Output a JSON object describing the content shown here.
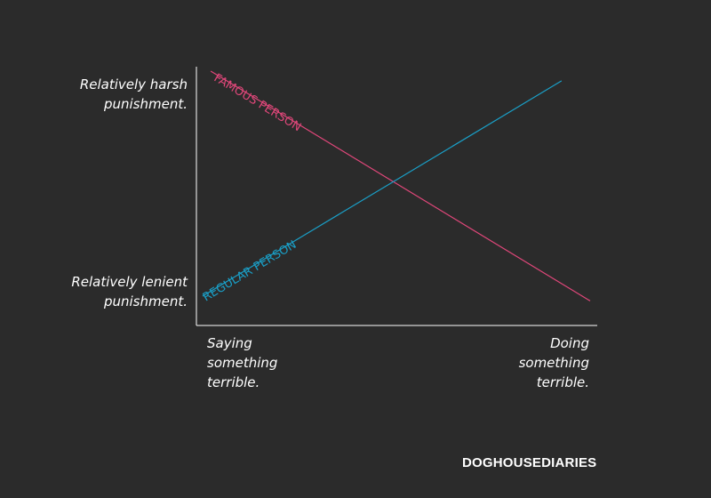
{
  "chart_data": {
    "type": "line",
    "title": "",
    "xlabel": "",
    "ylabel": "",
    "x_tick_labels": {
      "low": "Saying\nsomething\nterrible.",
      "high": "Doing\nsomething\nterrible."
    },
    "y_tick_labels": {
      "high": "Relatively harsh\npunishment.",
      "low": "Relatively lenient\npunishment."
    },
    "xlim": [
      0,
      1
    ],
    "ylim": [
      0,
      1
    ],
    "grid": false,
    "series": [
      {
        "name": "FAMOUS PERSON",
        "color": "#e0477a",
        "x": [
          0.07,
          1.0
        ],
        "y": [
          1.0,
          0.05
        ]
      },
      {
        "name": "REGULAR PERSON",
        "color": "#1a9fc7",
        "x": [
          0.05,
          0.93
        ],
        "y": [
          0.07,
          0.96
        ]
      }
    ]
  },
  "credit": "DOGHOUSEDIARIES"
}
